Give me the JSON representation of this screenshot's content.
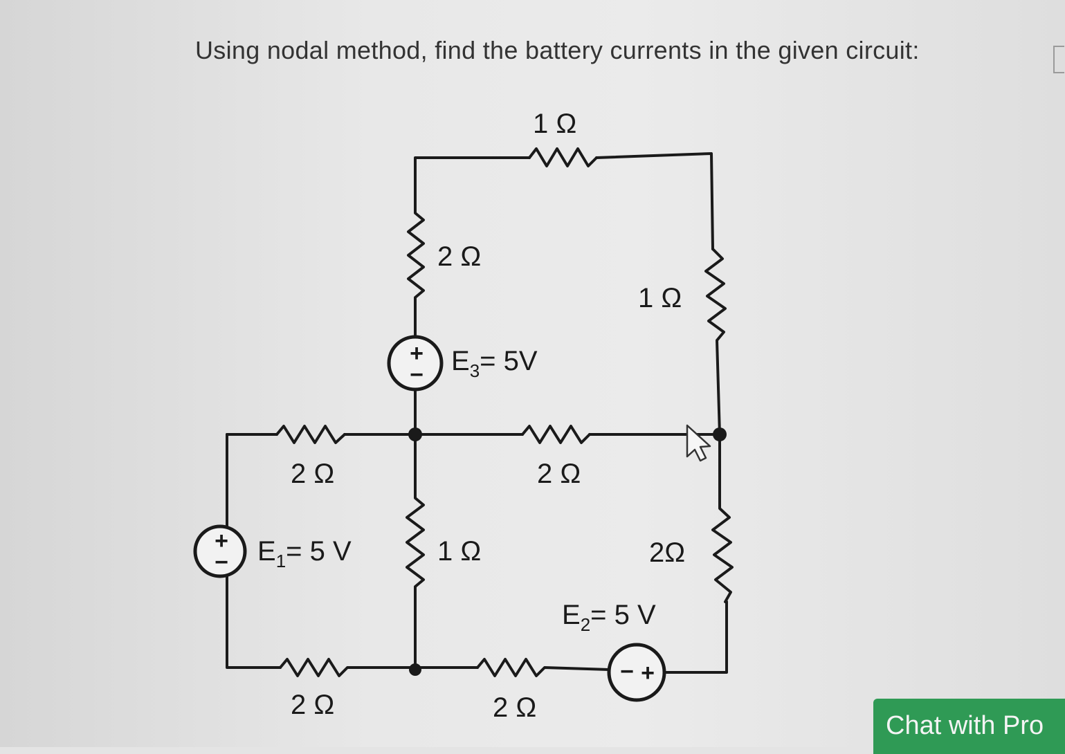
{
  "question": {
    "text": "Using nodal method, find the battery currents in the given circuit:"
  },
  "circuit": {
    "resistors": {
      "top": "1 Ω",
      "left_upper_vertical": "2 Ω",
      "right_upper_vertical": "1 Ω",
      "left_horizontal_upper": "2 Ω",
      "middle_horizontal": "2 Ω",
      "middle_vertical": "1 Ω",
      "right_lower_vertical": "2Ω",
      "left_horizontal_lower": "2 Ω",
      "bottom_horizontal": "2 Ω"
    },
    "sources": {
      "e3": {
        "label": "E",
        "sub": "3",
        "value": "= 5V"
      },
      "e1": {
        "label": "E",
        "sub": "1",
        "value": "= 5 V"
      },
      "e2": {
        "label": "E",
        "sub": "2",
        "value": "= 5 V"
      }
    },
    "polarity": {
      "plus": "+",
      "minus": "−"
    }
  },
  "chat": {
    "label": "Chat with Pro"
  },
  "colors": {
    "accent_button": "#2f9a55",
    "wire": "#1a1a1a"
  }
}
